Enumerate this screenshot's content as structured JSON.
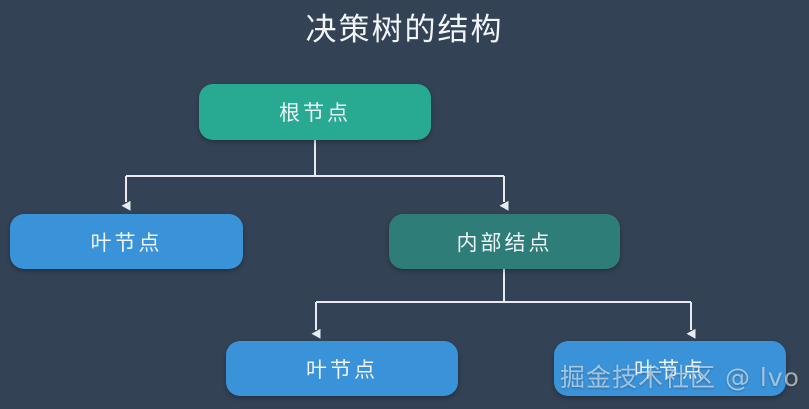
{
  "page": {
    "title": "决策树的结构",
    "background_color": "#334255"
  },
  "diagram": {
    "nodes": [
      {
        "id": "root",
        "label": "根节点",
        "role": "root-node",
        "color": "#28a992"
      },
      {
        "id": "leaf-left",
        "label": "叶节点",
        "role": "leaf-node",
        "color": "#3a92d9"
      },
      {
        "id": "internal",
        "label": "内部结点",
        "role": "internal-node",
        "color": "#2f7d78"
      },
      {
        "id": "leaf-bottom-left",
        "label": "叶节点",
        "role": "leaf-node",
        "color": "#3a92d9"
      },
      {
        "id": "leaf-bottom-right",
        "label": "叶节点",
        "role": "leaf-node",
        "color": "#3a92d9"
      }
    ],
    "edges": [
      {
        "from": "root",
        "to": "leaf-left"
      },
      {
        "from": "root",
        "to": "internal"
      },
      {
        "from": "internal",
        "to": "leaf-bottom-left"
      },
      {
        "from": "internal",
        "to": "leaf-bottom-right"
      }
    ],
    "connector_color": "#e6ebef"
  },
  "watermark": {
    "text": "掘金技术社区 @ lvo"
  }
}
